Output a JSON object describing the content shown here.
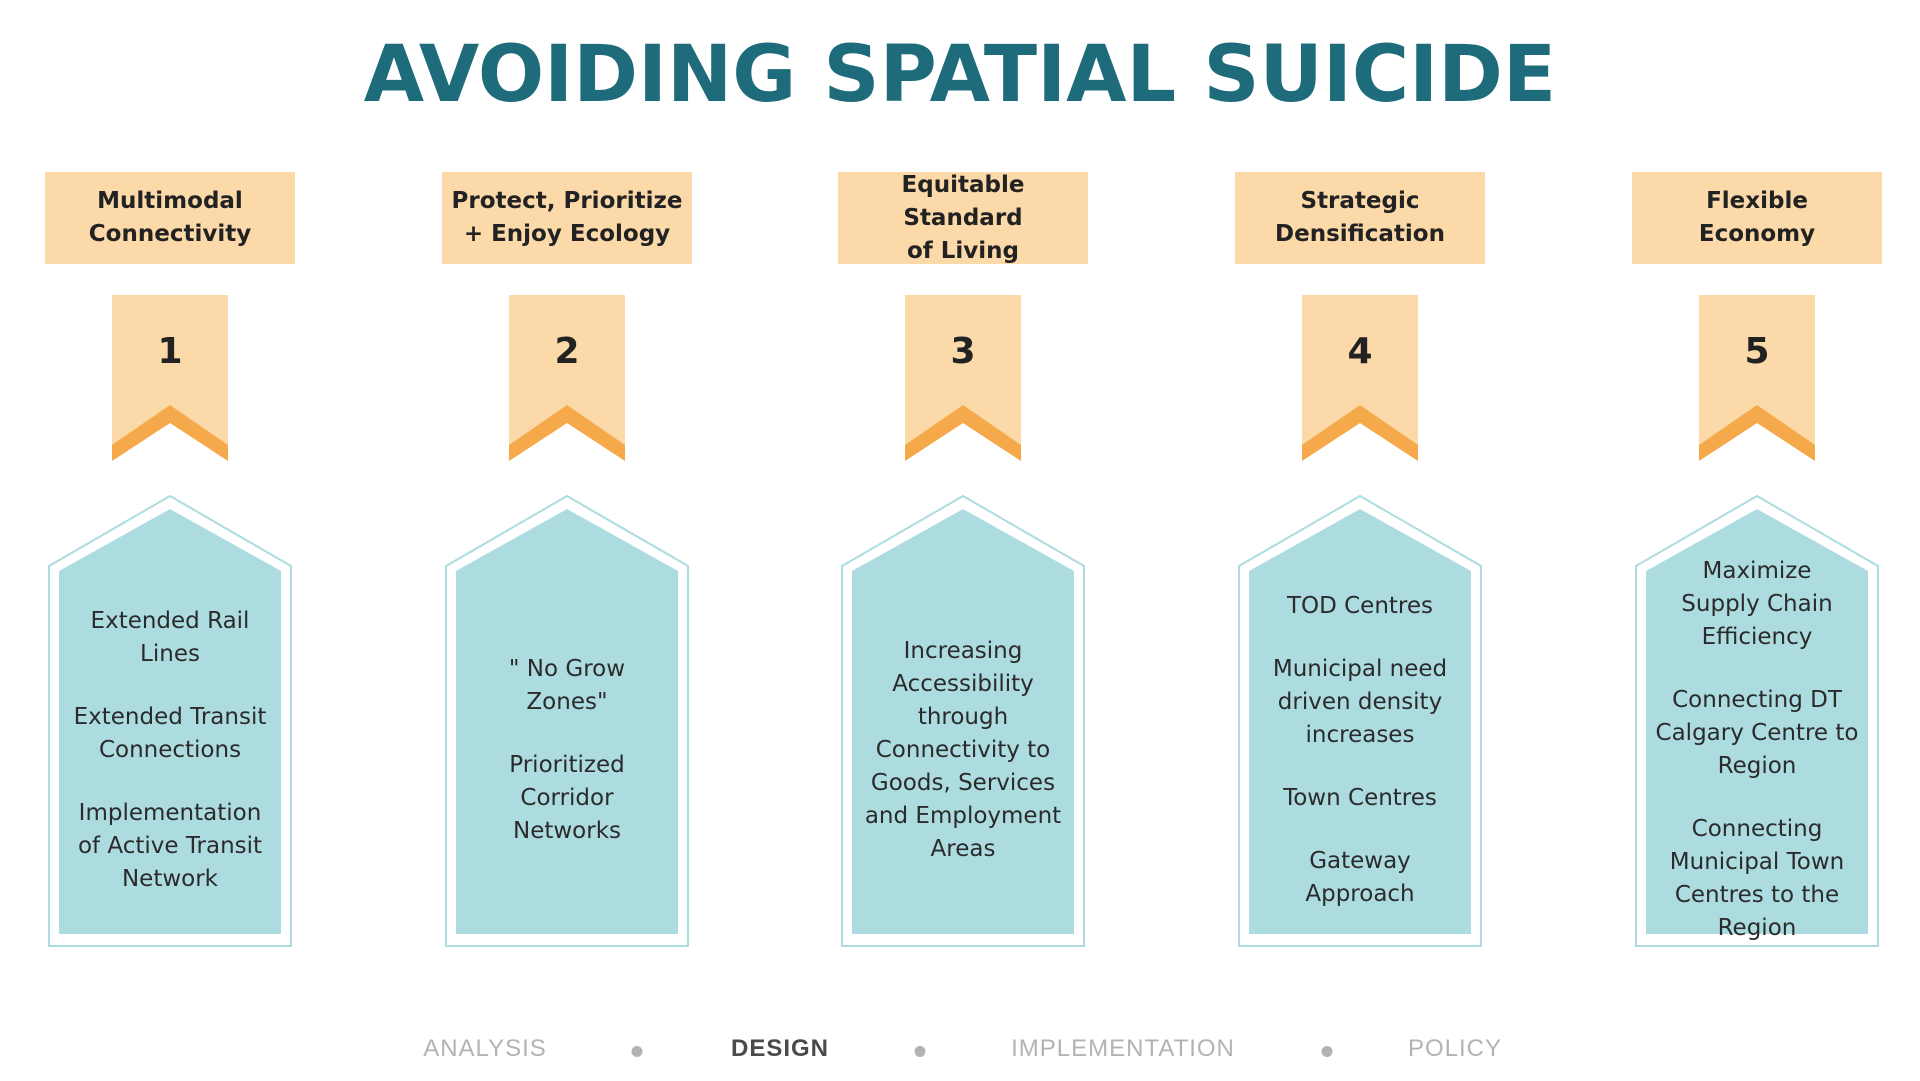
{
  "title": "AVOIDING SPATIAL SUICIDE",
  "colors": {
    "title": "#1e6b7b",
    "header_bg": "#fbd9a9",
    "ribbon_bg": "#fbd9a9",
    "ribbon_chevron": "#f5a94a",
    "house_fill": "#acdce0",
    "house_outline": "#acdce0"
  },
  "pillars": [
    {
      "header": "Multimodal\nConnectivity",
      "number": "1",
      "items": [
        "Extended Rail\nLines",
        "Extended Transit\nConnections",
        "Implementation\nof Active Transit\nNetwork"
      ]
    },
    {
      "header": "Protect, Prioritize\n+ Enjoy Ecology",
      "number": "2",
      "items": [
        "\" No Grow\nZones\"",
        "Prioritized\nCorridor\nNetworks"
      ]
    },
    {
      "header": "Equitable Standard\nof Living",
      "number": "3",
      "items": [
        "Increasing\nAccessibility\nthrough\nConnectivity to\nGoods, Services\nand Employment\nAreas"
      ]
    },
    {
      "header": "Strategic\nDensification",
      "number": "4",
      "items": [
        "TOD Centres",
        "Municipal need\ndriven density\nincreases",
        "Town Centres",
        "Gateway\nApproach"
      ]
    },
    {
      "header": "Flexible\nEconomy",
      "number": "5",
      "items": [
        "Maximize\nSupply Chain\nEfficiency",
        "Connecting DT\nCalgary Centre to\nRegion",
        "Connecting\nMunicipal Town\nCentres to the\nRegion"
      ]
    }
  ],
  "nav": {
    "items": [
      "ANALYSIS",
      "DESIGN",
      "IMPLEMENTATION",
      "POLICY"
    ],
    "active": "DESIGN"
  }
}
